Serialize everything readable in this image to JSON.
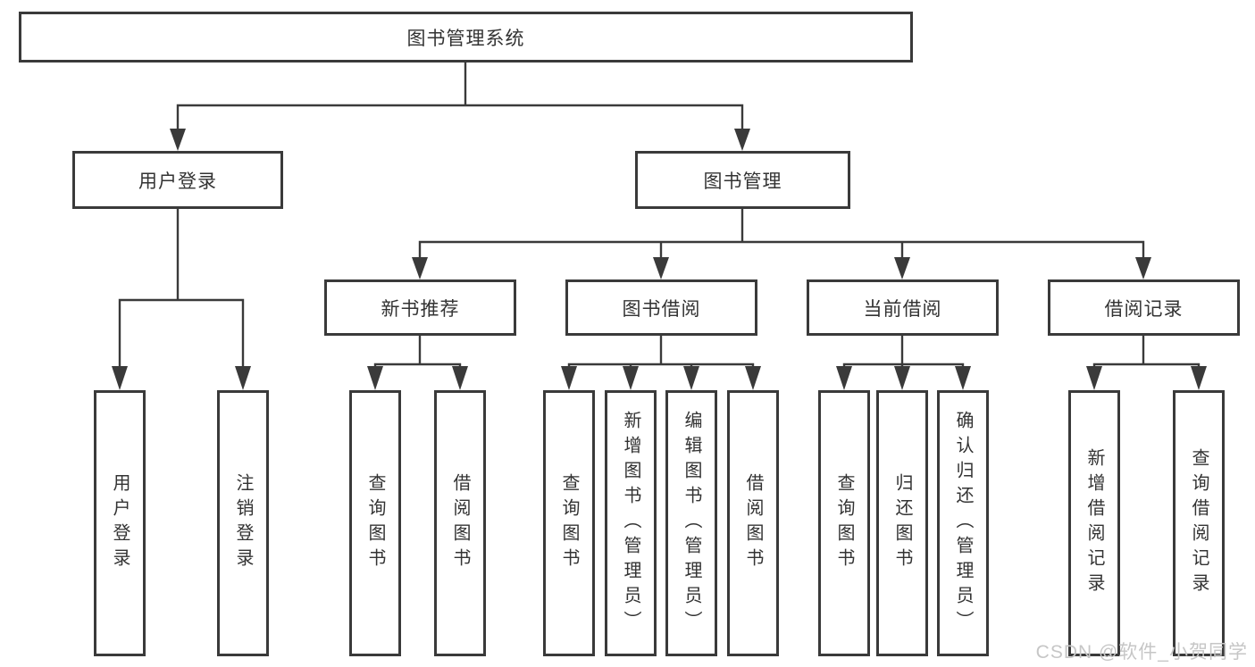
{
  "tree": {
    "root": {
      "label": "图书管理系统"
    },
    "children": [
      {
        "label": "用户登录",
        "leaves": [
          "用户登录",
          "注销登录"
        ]
      },
      {
        "label": "图书管理",
        "children": [
          {
            "label": "新书推荐",
            "leaves": [
              "查询图书",
              "借阅图书"
            ]
          },
          {
            "label": "图书借阅",
            "leaves": [
              "查询图书",
              "新增图书（管理员）",
              "编辑图书（管理员）",
              "借阅图书"
            ]
          },
          {
            "label": "当前借阅",
            "leaves": [
              "查询图书",
              "归还图书",
              "确认归还（管理员）"
            ]
          },
          {
            "label": "借阅记录",
            "leaves": [
              "新增借阅记录",
              "查询借阅记录"
            ]
          }
        ]
      }
    ]
  },
  "watermark": {
    "text": "CSDN @软件_小贺同学"
  },
  "colors": {
    "background": "#ffffff",
    "border": "#3a3a3a",
    "line": "#3a3a3a",
    "text": "#333333",
    "watermark": "#c6c6c6"
  }
}
